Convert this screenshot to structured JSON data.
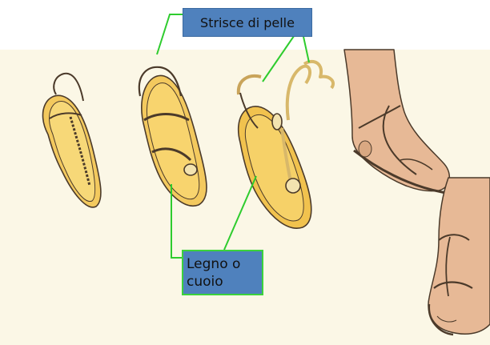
{
  "labels": {
    "strips": "Strisce di pelle",
    "sole_line1": "Legno o",
    "sole_line2": "cuoio"
  },
  "colors": {
    "label_fill": "#4f81bd",
    "pointer_line": "#2ecc2e",
    "background_panel": "#fbf7e6",
    "sole_fill": "#f3c95e",
    "strap_fill": "#f6e3a0",
    "skin": "#e7b996",
    "ink": "#4b3a2a"
  }
}
